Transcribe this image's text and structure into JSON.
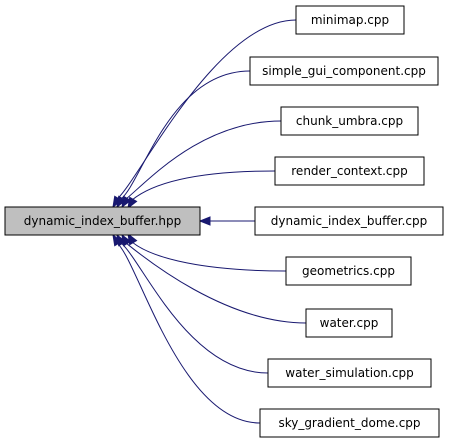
{
  "graph": {
    "colors": {
      "edge": "#191970",
      "root_fill": "#bfbfbf",
      "node_fill": "#ffffff",
      "border": "#000000"
    },
    "root": {
      "label": "dynamic_index_buffer.hpp"
    },
    "nodes": [
      {
        "id": "minimap",
        "label": "minimap.cpp"
      },
      {
        "id": "simple-gui-component",
        "label": "simple_gui_component.cpp"
      },
      {
        "id": "chunk-umbra",
        "label": "chunk_umbra.cpp"
      },
      {
        "id": "render-context",
        "label": "render_context.cpp"
      },
      {
        "id": "dynamic-index-buffer-cpp",
        "label": "dynamic_index_buffer.cpp"
      },
      {
        "id": "geometrics",
        "label": "geometrics.cpp"
      },
      {
        "id": "water",
        "label": "water.cpp"
      },
      {
        "id": "water-simulation",
        "label": "water_simulation.cpp"
      },
      {
        "id": "sky-gradient-dome",
        "label": "sky_gradient_dome.cpp"
      }
    ]
  }
}
